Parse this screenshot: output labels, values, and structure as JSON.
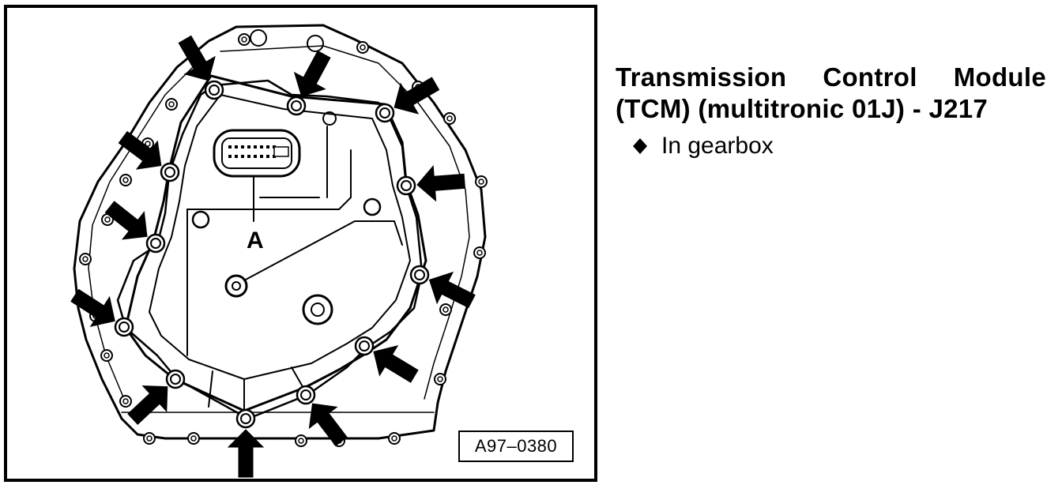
{
  "figure": {
    "figure_id": "A97–0380",
    "callout_label": "A"
  },
  "text": {
    "title_line_1": "Transmission Control Module",
    "title_line_2": "(TCM) (multitronic 01J) - J217",
    "bullets": [
      "In gearbox"
    ]
  },
  "icons": {
    "bullet": "diamond-bullet-icon",
    "arrow": "pointer-arrow-icon",
    "bolt": "bolt-icon"
  },
  "colors": {
    "ink": "#000000",
    "paper": "#ffffff"
  }
}
